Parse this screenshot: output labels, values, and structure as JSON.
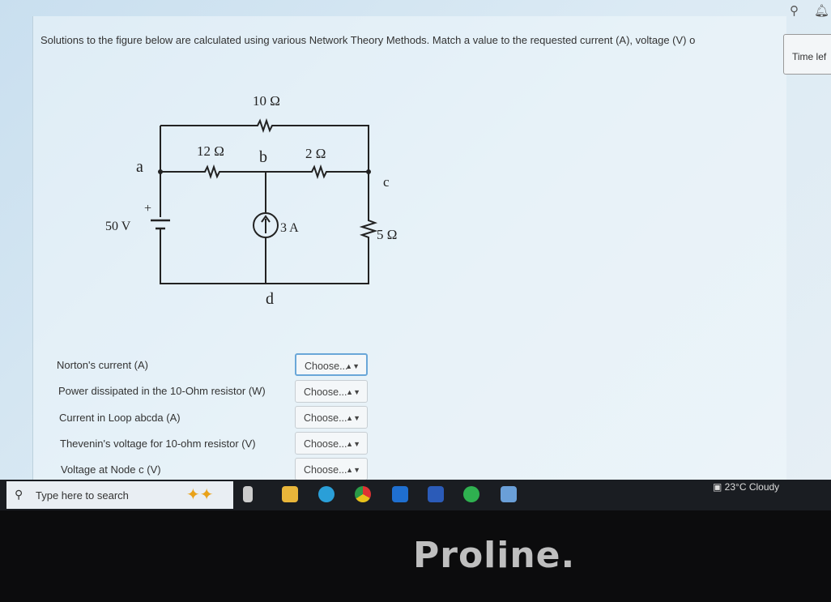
{
  "question": "Solutions to the figure below are calculated using various Network Theory Methods. Match a  value to the requested current (A),  voltage (V) o",
  "timer_label": "Time lef",
  "circuit": {
    "r_top": "10 Ω",
    "r_ab": "12 Ω",
    "r_bc": "2 Ω",
    "r_right": "5 Ω",
    "source_v": "50 V",
    "source_i": "3 A",
    "plus": "+",
    "node_a": "a",
    "node_b": "b",
    "node_c": "c",
    "node_d": "d"
  },
  "rows": [
    {
      "label": "Norton's current (A)",
      "value": "Choose..."
    },
    {
      "label": "Power dissipated in the 10-Ohm resistor (W)",
      "value": "Choose..."
    },
    {
      "label": "Current in Loop abcda (A)",
      "value": "Choose..."
    },
    {
      "label": "Thevenin's voltage for 10-ohm resistor (V)",
      "value": "Choose..."
    },
    {
      "label": "Voltage at Node c (V)",
      "value": "Choose..."
    }
  ],
  "taskbar": {
    "search_placeholder": "Type here to search",
    "weather": "23°C  Cloudy",
    "apps": [
      "task-view",
      "file-explorer",
      "edge",
      "chrome",
      "outlook",
      "word",
      "whatsapp",
      "remote-desktop"
    ]
  },
  "bezel_logo": "Proline."
}
